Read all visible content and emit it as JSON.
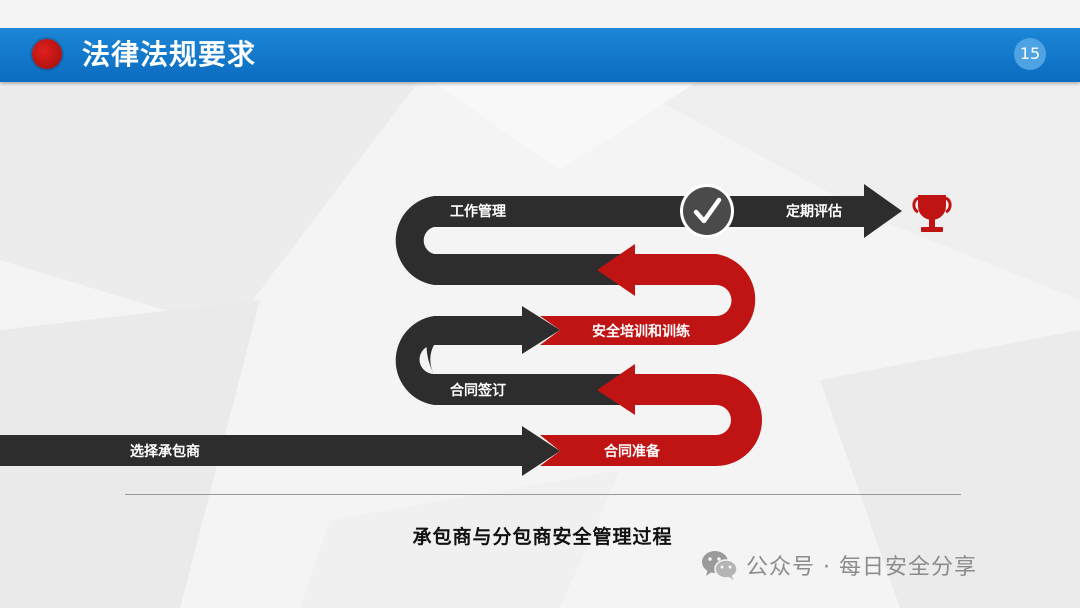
{
  "header": {
    "title": "法律法规要求",
    "page_number": "15"
  },
  "diagram": {
    "steps": [
      {
        "label": "选择承包商",
        "color": "#2d2d2d"
      },
      {
        "label": "合同准备",
        "color": "#c01314"
      },
      {
        "label": "合同签订",
        "color": "#2d2d2d"
      },
      {
        "label": "安全培训和训练",
        "color": "#c01314"
      },
      {
        "label": "工作管理",
        "color": "#2d2d2d"
      },
      {
        "label": "定期评估",
        "color": "#2d2d2d"
      }
    ],
    "check_icon": "checkmark-icon",
    "end_icon": "trophy-icon",
    "colors": {
      "dark": "#2d2d2d",
      "red": "#c01314",
      "check_badge": "#4a4a4a",
      "trophy": "#c01314"
    }
  },
  "caption": "承包商与分包商安全管理过程",
  "watermark": {
    "icon": "wechat-icon",
    "text": "公众号 · 每日安全分享"
  }
}
